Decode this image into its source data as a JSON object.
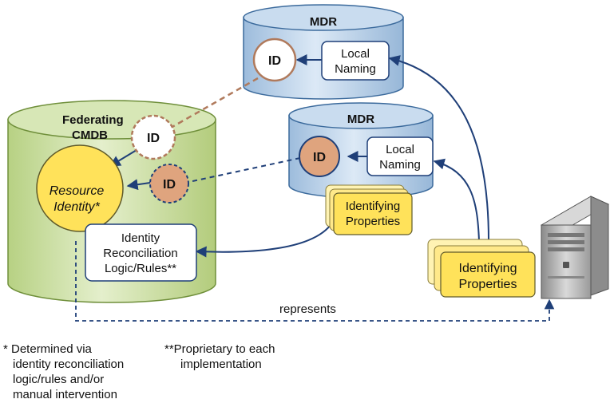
{
  "cmdb": {
    "title_line1": "Federating",
    "title_line2": "CMDB",
    "resource_identity_line1": "Resource",
    "resource_identity_line2": "Identity*",
    "id_label_white": "ID",
    "id_label_orange": "ID",
    "reconciliation_line1": "Identity",
    "reconciliation_line2": "Reconciliation",
    "reconciliation_line3": "Logic/Rules**"
  },
  "mdr_top": {
    "title": "MDR",
    "id_label": "ID",
    "local_naming_line1": "Local",
    "local_naming_line2": "Naming"
  },
  "mdr_middle": {
    "title": "MDR",
    "id_label": "ID",
    "local_naming_line1": "Local",
    "local_naming_line2": "Naming",
    "props_line1": "Identifying",
    "props_line2": "Properties"
  },
  "server_props": {
    "line1": "Identifying",
    "line2": "Properties"
  },
  "represents_label": "represents",
  "notes": {
    "determined": [
      "* Determined via",
      "identity reconciliation",
      "logic/rules and/or",
      "manual intervention"
    ],
    "proprietary": [
      "**Proprietary to each",
      "implementation"
    ]
  },
  "icons": [
    "server-icon"
  ],
  "colors": {
    "cmdb_green": "#c9dea0",
    "mdr_blue": "#c3d8ec",
    "identity_yellow": "#ffe25a",
    "id_orange": "#dfa47e",
    "arrow_navy": "#1f3f78",
    "dashed_brown": "#b07a5c"
  }
}
